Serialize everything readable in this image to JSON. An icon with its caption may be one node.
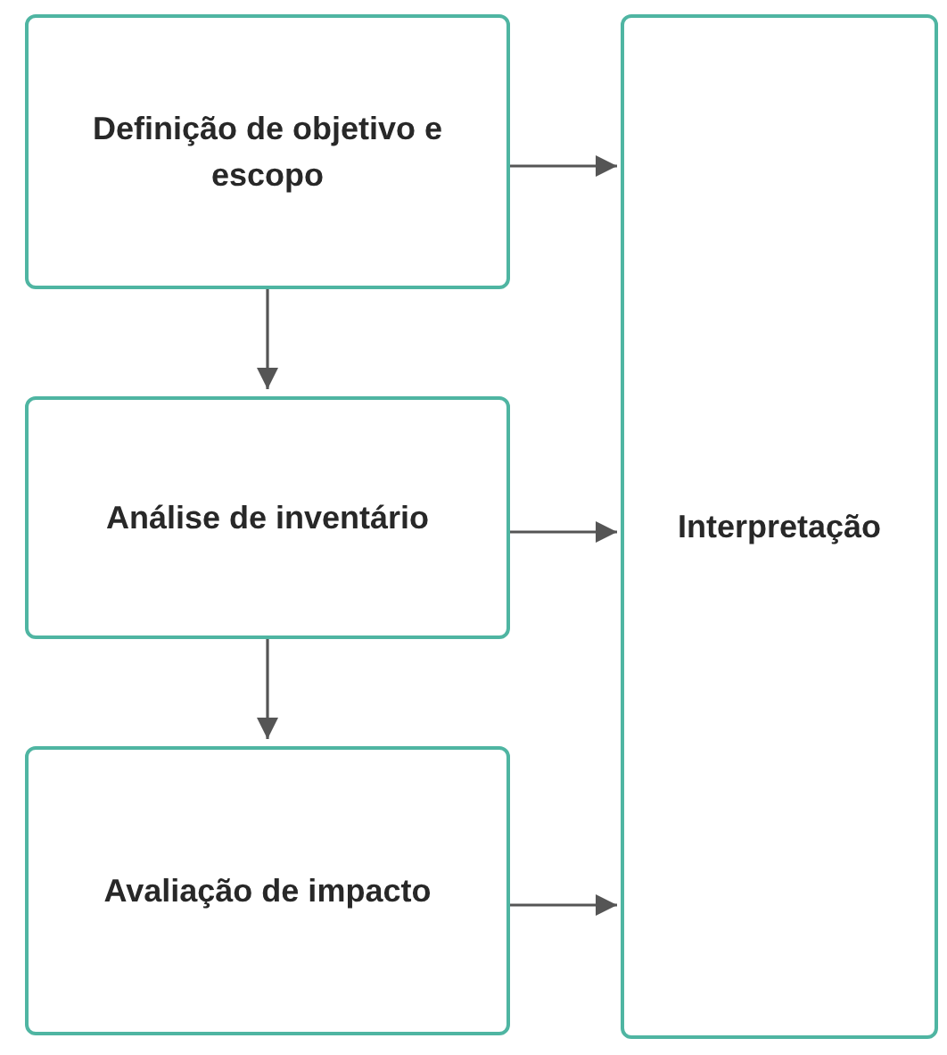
{
  "diagram": {
    "nodes": [
      {
        "text": [
          "Definição de objetivo e escopo"
        ]
      },
      {
        "text": [
          "Análise de inventário"
        ]
      },
      {
        "text": [
          "Avaliação de impacto"
        ]
      },
      {
        "text": [
          "Interpretação"
        ]
      }
    ],
    "edges": [
      {
        "from": 0,
        "to": 1,
        "arrow": "to"
      },
      {
        "from": 1,
        "to": 2,
        "arrow": "to"
      },
      {
        "from": 0,
        "to": 3,
        "arrow": "to"
      },
      {
        "from": 1,
        "to": 3,
        "arrow": "to"
      },
      {
        "from": 2,
        "to": 3,
        "arrow": "to"
      }
    ]
  }
}
